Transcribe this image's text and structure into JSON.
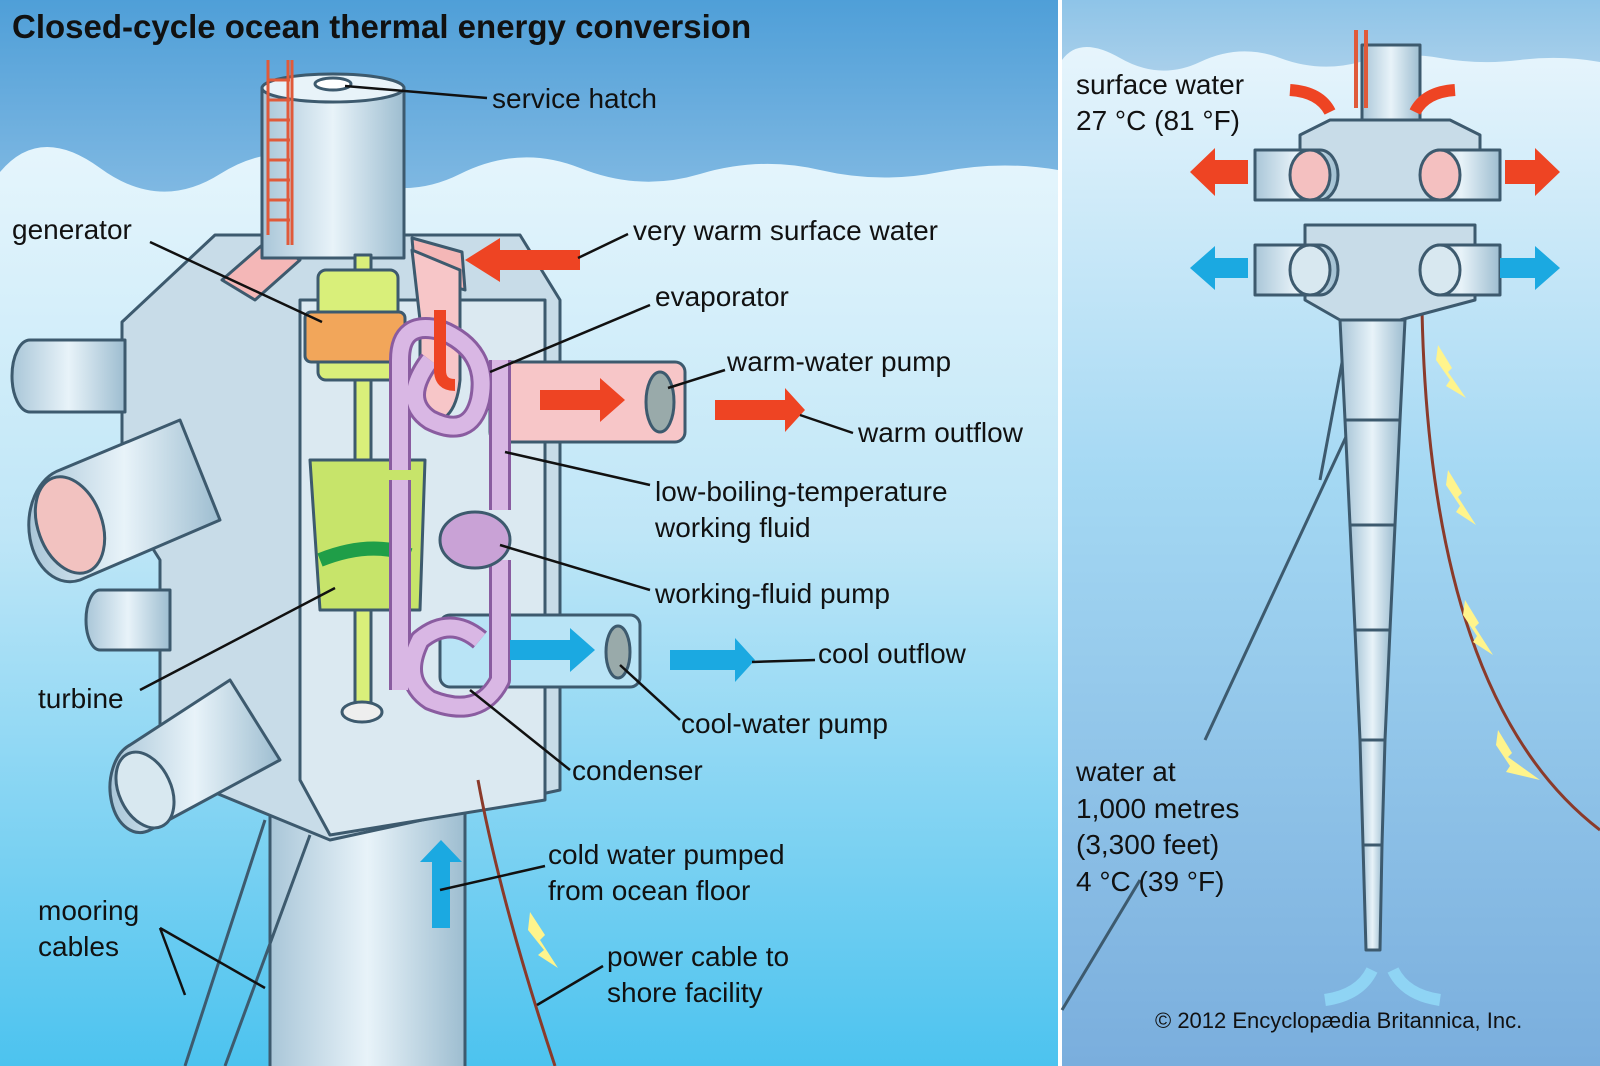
{
  "title": "Closed-cycle ocean thermal energy conversion",
  "labels": {
    "service_hatch": "service hatch",
    "generator": "generator",
    "very_warm_surface_water": "very warm surface water",
    "evaporator": "evaporator",
    "warm_water_pump": "warm-water pump",
    "warm_outflow": "warm outflow",
    "working_fluid_line1": "low-boiling-temperature",
    "working_fluid_line2": "working fluid",
    "working_fluid_pump": "working-fluid pump",
    "cool_outflow": "cool outflow",
    "turbine": "turbine",
    "cool_water_pump": "cool-water pump",
    "condenser": "condenser",
    "cold_water_line1": "cold water pumped",
    "cold_water_line2": "from ocean floor",
    "mooring_line1": "mooring",
    "mooring_line2": "cables",
    "power_cable_line1": "power cable to",
    "power_cable_line2": "shore facility"
  },
  "right_panel": {
    "surface_line1": "surface water",
    "surface_line2": "27 °C (81 °F)",
    "deep_line1": "water at",
    "deep_line2": "1,000 metres",
    "deep_line3": "(3,300 feet)",
    "deep_line4": "4 °C (39 °F)"
  },
  "copyright": "© 2012 Encyclopædia Britannica, Inc.",
  "colors": {
    "warm": "#ee4423",
    "cool": "#1ba9e1",
    "fluid": "#c9a2d6",
    "turbine": "#cfe96a",
    "power": "#fff48c"
  }
}
